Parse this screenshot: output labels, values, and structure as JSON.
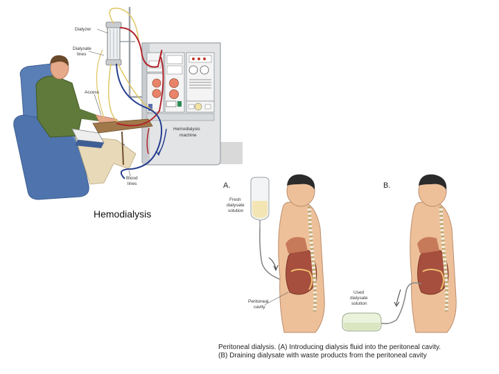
{
  "hemodialysis": {
    "title": "Hemodialysis",
    "labels": {
      "dialyzer": "Dialyzer",
      "dialysate_lines_1": "Dialysate",
      "dialysate_lines_2": "lines",
      "access": "Access",
      "blood_lines_1": "Blood",
      "blood_lines_2": "lines",
      "machine_1": "Hemodialysis",
      "machine_2": "machine"
    },
    "colors": {
      "blood_line": "#b0232a",
      "return_line": "#253d8f",
      "dialysate_line": "#d8c05a",
      "machine": "#e2e4e6",
      "chair": "#5a7fb6",
      "shirt": "#5f7a3a"
    }
  },
  "peritoneal": {
    "panel_a": "A.",
    "panel_b": "B.",
    "fresh_1": "Fresh",
    "fresh_2": "dialysate",
    "fresh_3": "solution",
    "cavity_1": "Peritoneal",
    "cavity_2": "cavity",
    "used_1": "Used",
    "used_2": "dialysate",
    "used_3": "solution",
    "caption_line1": "Peritoneal dialysis. (A) Introducing dialysis fluid into the peritoneal cavity.",
    "caption_line2": "(B) Draining dialysate with waste products from the peritoneal cavity"
  }
}
